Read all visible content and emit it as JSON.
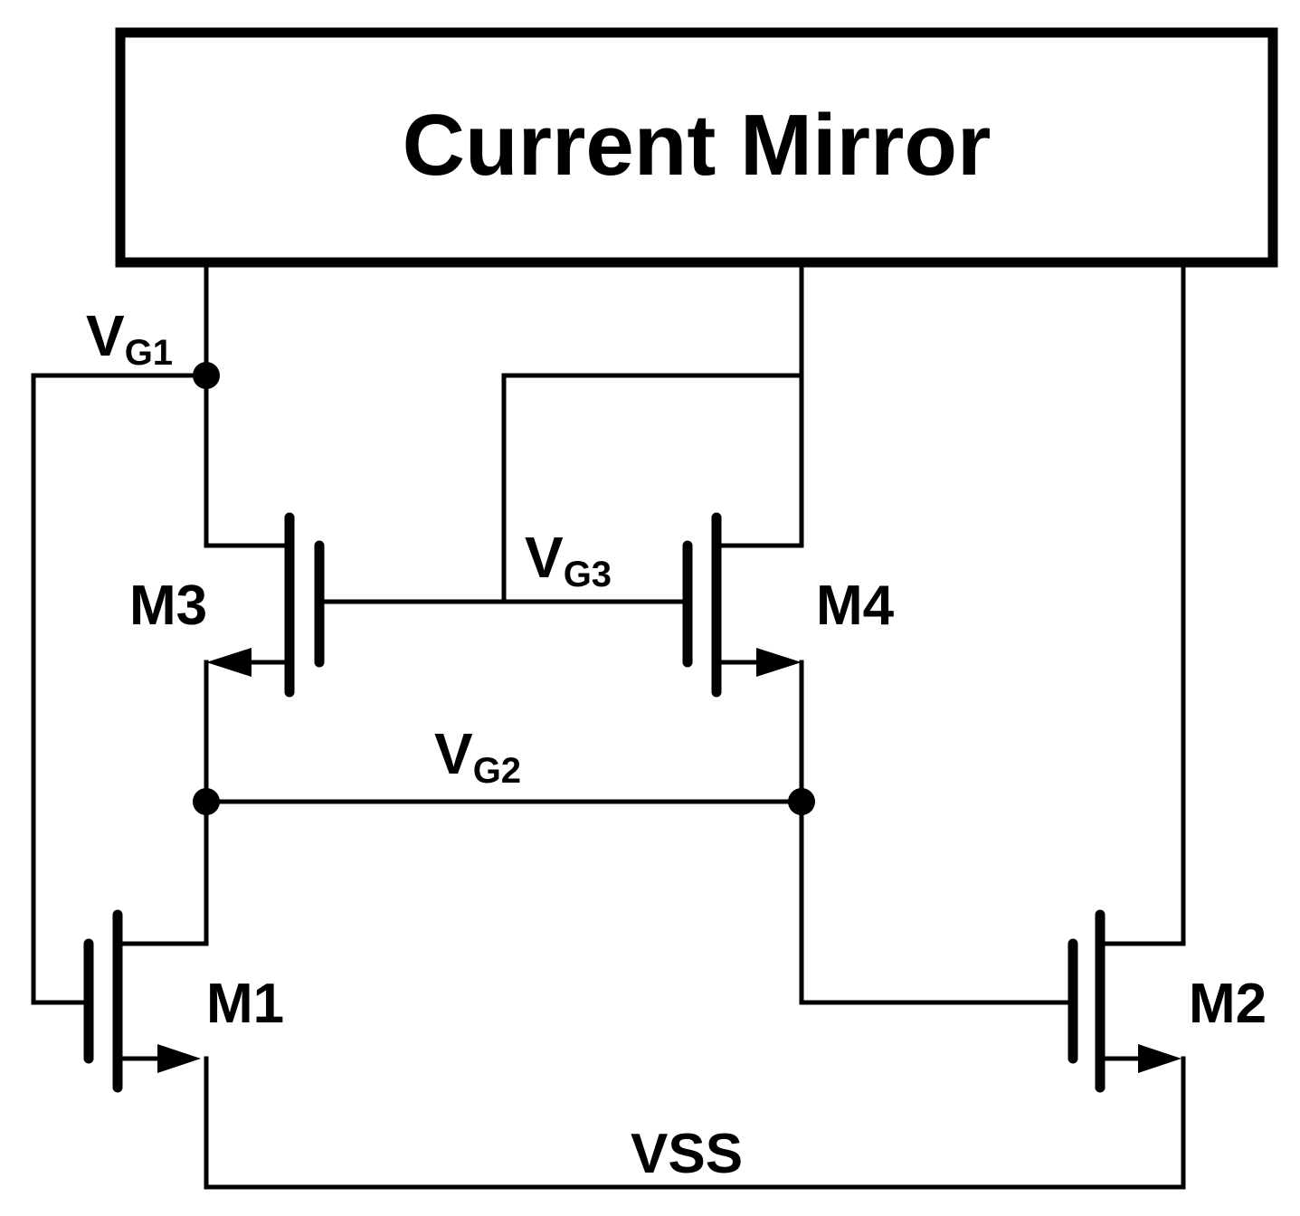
{
  "block": {
    "title": "Current Mirror"
  },
  "transistors": {
    "m1": "M1",
    "m2": "M2",
    "m3": "M3",
    "m4": "M4"
  },
  "nodes": {
    "vg1": {
      "main": "V",
      "sub": "G1"
    },
    "vg2": {
      "main": "V",
      "sub": "G2"
    },
    "vg3": {
      "main": "V",
      "sub": "G3"
    }
  },
  "supply": {
    "vss": "VSS"
  }
}
